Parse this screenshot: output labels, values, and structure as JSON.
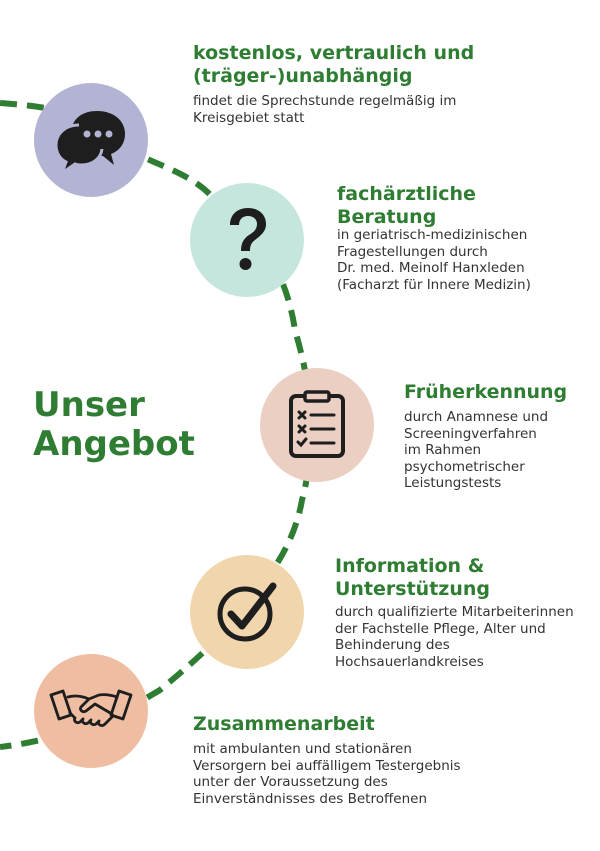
{
  "headline": {
    "line1": "Unser",
    "line2": "Angebot"
  },
  "items": [
    {
      "title_l1": "kostenlos, vertraulich und",
      "title_l2": "(träger-)unabhängig",
      "desc_l1": "findet die Sprechstunde regelmäßig im",
      "desc_l2": "Kreisgebiet statt",
      "icon": "chat-bubbles-icon",
      "color": "#b3b4d4"
    },
    {
      "title_l1": "fachärztliche",
      "title_l2": "Beratung",
      "desc_l1": "in geriatrisch-medizinischen",
      "desc_l2": "Fragestellungen durch",
      "desc_l3": "Dr. med. Meinolf Hanxleden",
      "desc_l4": "(Facharzt für Innere Medizin)",
      "icon": "question-mark-icon",
      "color": "#c4e6dc"
    },
    {
      "title_l1": "Früherkennung",
      "desc_l1": "durch Anamnese und",
      "desc_l2": "Screeningverfahren",
      "desc_l3": "im Rahmen",
      "desc_l4": "psychometrischer",
      "desc_l5": "Leistungstests",
      "icon": "checklist-icon",
      "color": "#ebcfc3"
    },
    {
      "title_l1": "Information &",
      "title_l2": "Unterstützung",
      "desc_l1": "durch qualifizierte Mitarbeiterinnen",
      "desc_l2": "der Fachstelle Pflege, Alter und",
      "desc_l3": "Behinderung des",
      "desc_l4": "Hochsauerlandkreises",
      "icon": "checkmark-circle-icon",
      "color": "#f1d6ad"
    },
    {
      "title_l1": "Zusammenarbeit",
      "desc_l1": "mit ambulanten und stationären",
      "desc_l2": "Versorgern bei auffälligem Testergebnis",
      "desc_l3": "unter der Voraussetzung des",
      "desc_l4": "Einverständnisses des Betroffenen",
      "icon": "handshake-icon",
      "color": "#efbea2"
    }
  ],
  "colors": {
    "accent": "#2e7d32",
    "text": "#333333",
    "icon": "#1e1e1e"
  }
}
